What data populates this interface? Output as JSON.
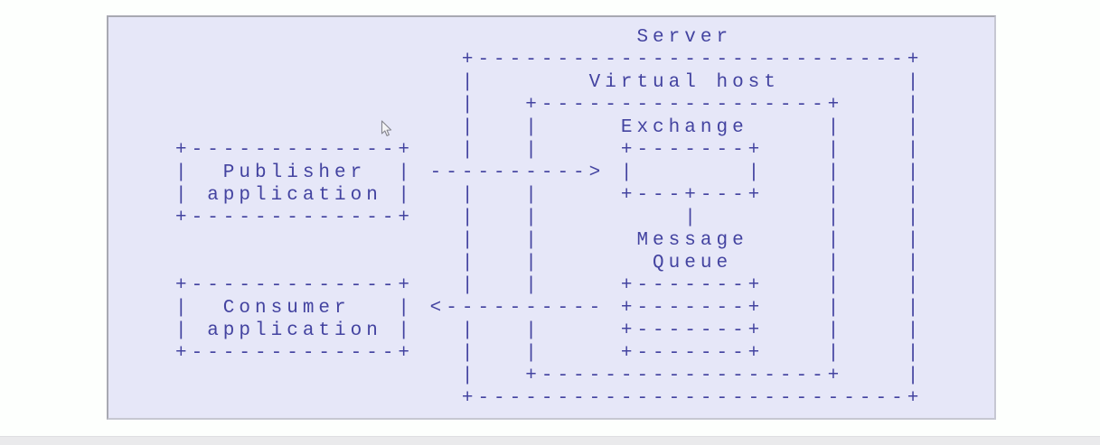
{
  "colors": {
    "page_bg": "#fdfffd",
    "panel_bg": "#e6e7f8",
    "panel_border": "#a8a9b2",
    "panel_border_light": "#c6c7d2",
    "text": "#4343a0",
    "bottom_strip": "#eaeaec"
  },
  "diagram": {
    "type": "ascii-architecture-diagram",
    "nodes": [
      "Server",
      "Virtual host",
      "Exchange",
      "Message Queue",
      "Publisher application",
      "Consumer application"
    ],
    "flows": [
      "Publisher application -> Exchange",
      "Exchange -> Message Queue",
      "Message Queue -> Consumer application"
    ],
    "ascii_rows": [
      "                             Server",
      "                  +---------------------------+",
      "                  |       Virtual host        |",
      "                  |   +------------------+    |",
      "                  |   |     Exchange     |    |",
      "+-------------+   |   |     +-------+    |    |",
      "|  Publisher  | ----------> |       |    |    |",
      "| application |   |   |     +---+---+    |    |",
      "+-------------+   |   |         |        |    |",
      "                  |   |      Message     |    |",
      "                  |   |       Queue      |    |",
      "+-------------+   |   |     +-------+    |    |",
      "|  Consumer   | <---------- +-------+    |    |",
      "| application |   |   |     +-------+    |    |",
      "+-------------+   |   |     +-------+    |    |",
      "                  |   +------------------+    |",
      "                  +---------------------------+"
    ]
  }
}
